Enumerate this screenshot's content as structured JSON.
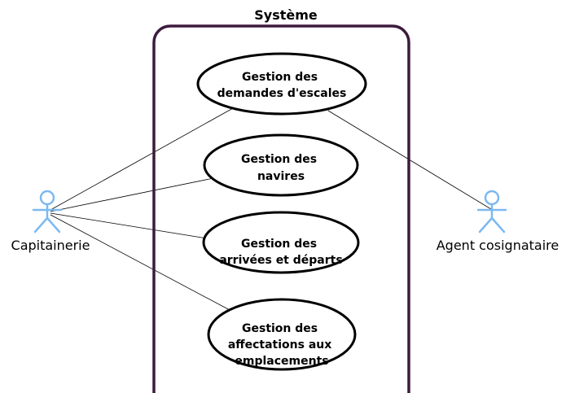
{
  "system": {
    "title": "Système"
  },
  "actors": [
    {
      "name": "Capitainerie"
    },
    {
      "name": "Agent cosignataire"
    }
  ],
  "use_cases": [
    {
      "lines": [
        "Gestion des",
        "demandes d'escales"
      ]
    },
    {
      "lines": [
        "Gestion des",
        "navires"
      ]
    },
    {
      "lines": [
        "Gestion des",
        "arrivées et départs"
      ]
    },
    {
      "lines": [
        "Gestion des",
        "affectations aux",
        "emplacements"
      ]
    }
  ],
  "colors": {
    "boundary": "#3d1a3d",
    "actor": "#7db9f0"
  }
}
